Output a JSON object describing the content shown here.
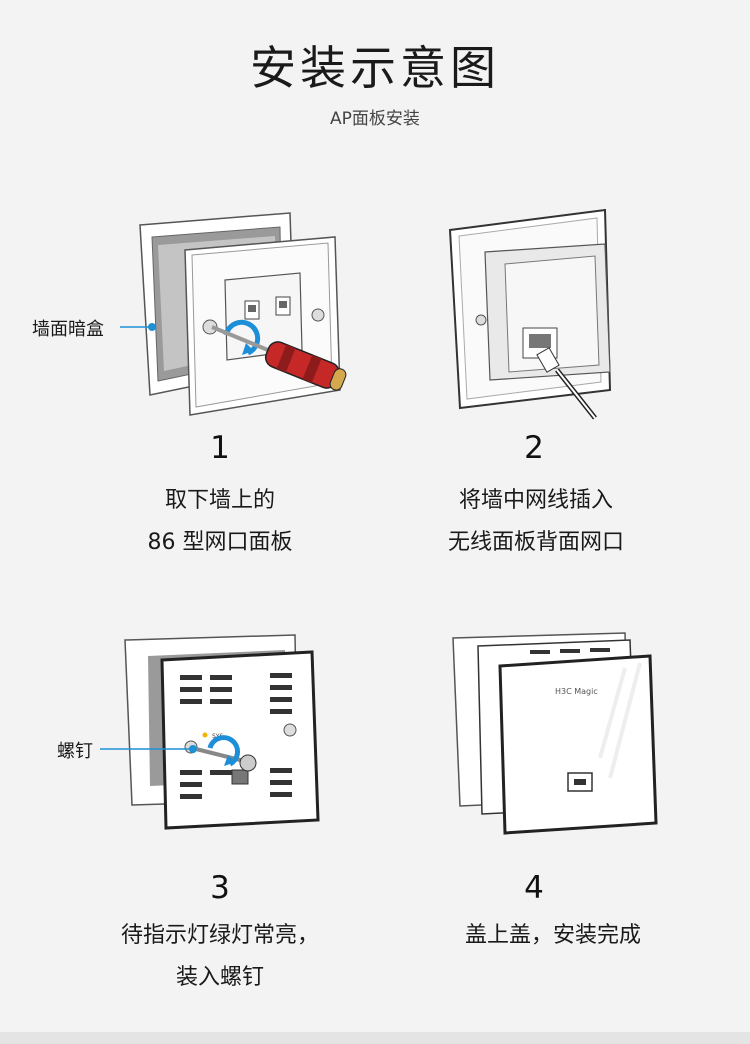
{
  "header": {
    "title": "安装示意图",
    "subtitle": "AP面板安装"
  },
  "steps": [
    {
      "number": "1",
      "line1": "取下墙上的",
      "line2": "86 型网口面板",
      "callout": "墙面暗盒"
    },
    {
      "number": "2",
      "line1": "将墙中网线插入",
      "line2": "无线面板背面网口"
    },
    {
      "number": "3",
      "line1": "待指示灯绿灯常亮，",
      "line2": "装入螺钉",
      "callout": "螺钉"
    },
    {
      "number": "4",
      "line1": "盖上盖，安装完成"
    }
  ],
  "device_labels": {
    "sys_led": "SYS",
    "brand": "H3C Magic"
  },
  "colors": {
    "callout_line": "#1e90d6",
    "rotation_arrow": "#1d8fd8",
    "screwdriver_handle": "#c62828"
  }
}
